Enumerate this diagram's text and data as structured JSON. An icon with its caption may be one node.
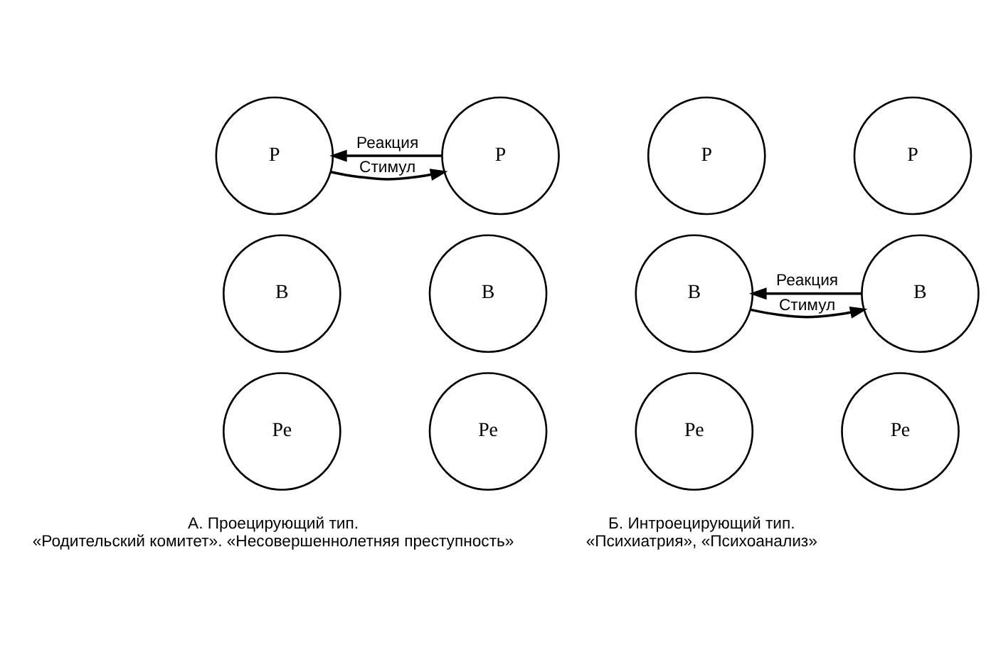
{
  "diagram": {
    "nodes": [
      {
        "text": [
          "Р"
        ]
      },
      {
        "text": [
          "Р"
        ]
      },
      {
        "text": [
          "Р"
        ]
      },
      {
        "text": [
          "Р"
        ]
      },
      {
        "text": [
          "В"
        ]
      },
      {
        "text": [
          "В"
        ]
      },
      {
        "text": [
          "В"
        ]
      },
      {
        "text": [
          "В"
        ]
      },
      {
        "text": [
          "Ре"
        ]
      },
      {
        "text": [
          "Ре"
        ]
      },
      {
        "text": [
          "Ре"
        ]
      },
      {
        "text": [
          "Ре"
        ]
      }
    ],
    "edges": [
      {
        "from": 0,
        "to": 1,
        "arrow": "to",
        "label": "Стимул"
      },
      {
        "from": 1,
        "to": 0,
        "arrow": "to",
        "label": "Реакция"
      },
      {
        "from": 6,
        "to": 7,
        "arrow": "to",
        "label": "Стимул"
      },
      {
        "from": 7,
        "to": 6,
        "arrow": "to",
        "label": "Реакция"
      }
    ],
    "labels": [
      "А. Проецирующий тип. «Родительский комитет». «Несовершеннолетняя преступность»",
      "Б. Интроецирующий тип. «Психиатрия», «Психоанализ»"
    ]
  }
}
